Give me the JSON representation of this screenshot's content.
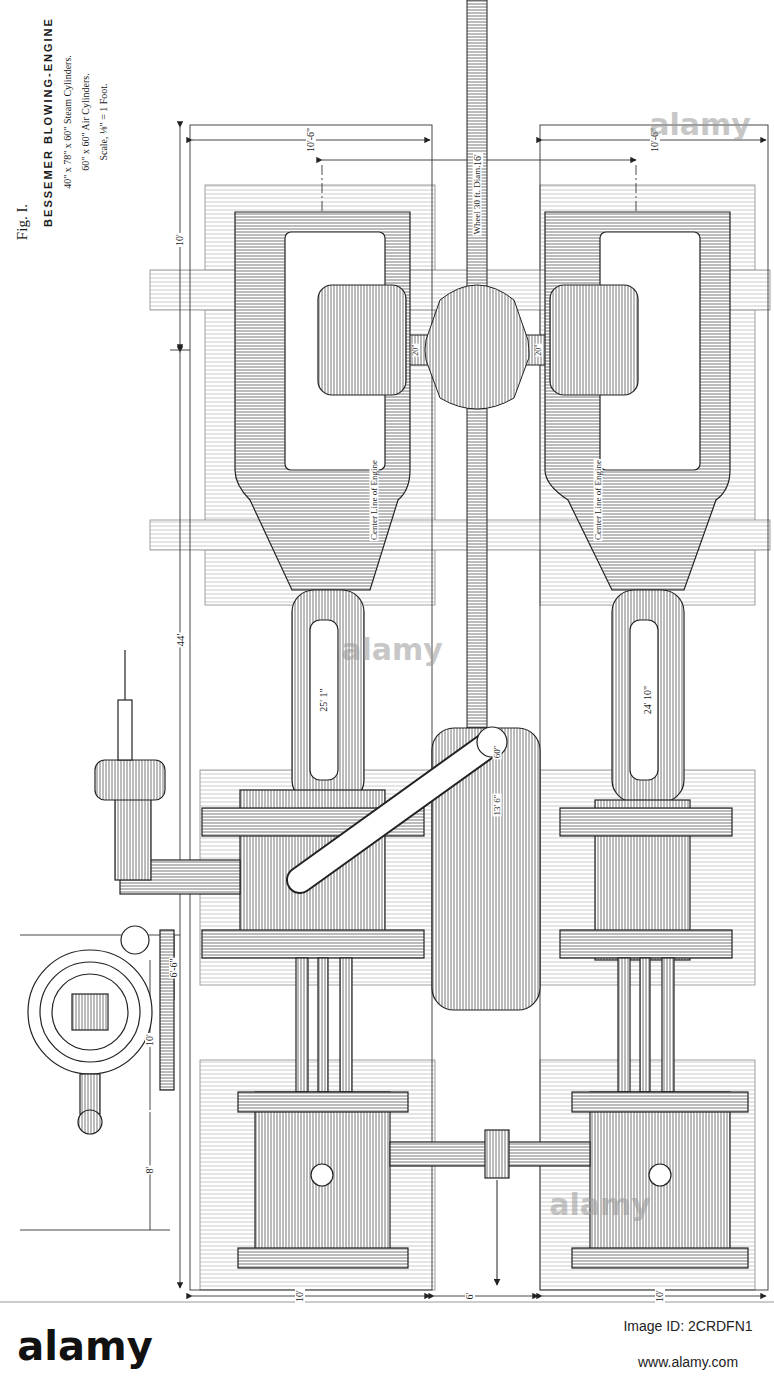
{
  "diagram": {
    "title": "BESSEMER BLOWING-ENGINE",
    "labels": [
      "Fig. I.",
      "40\" x 78\" x 60\" Steam Cylinders.",
      "60\" x 60\" Air Cylinders.",
      "Scale, ⅛\" = 1 Foot.",
      "10'-6\"",
      "10'-6\"",
      "16'",
      "10'",
      "44'",
      "20\"",
      "20\"",
      "Wheel 30 ft. Diam.",
      "Center Line of Engine",
      "Center Line of Engine",
      "25' 1\"",
      "24' 10\"",
      "60\"",
      "13' 6\"",
      "6'-6\"",
      "10'",
      "8'",
      "10'",
      "6'",
      "10'",
      "alamy",
      "alamy",
      "alamy",
      "alamy",
      "Image ID: 2CRDFN1",
      "www.alamy.com"
    ]
  }
}
